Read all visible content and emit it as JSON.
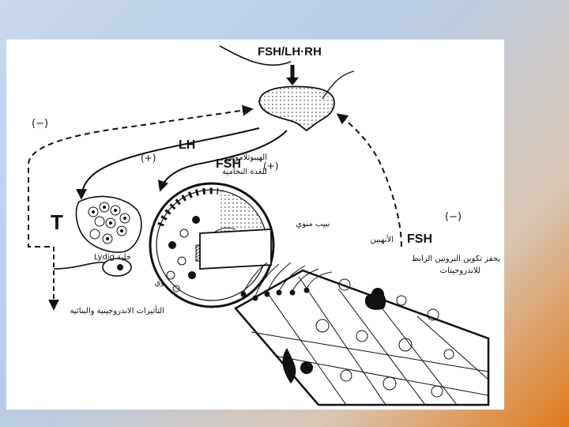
{
  "diagram": {
    "hormone_top": "FSH/LH·RH",
    "lh": "LH",
    "fsh": "FSH",
    "fsh_right": "FSH",
    "t": "T",
    "minus": "(−)",
    "plus": "(+)",
    "sertoli_label": "الهيبوثلاموس",
    "basal_label": "للغدة النخامية",
    "spermatic_tube": "نبيب منوي",
    "inhibin": "الأنهبين",
    "abp_line1": "يحفز تكوين البروتين الرابط",
    "abp_line2": "للاندروجينات",
    "leydig": "Lydig خلية",
    "blood_vessel": "وعاء دموي",
    "effects": "التأثيرات الاندروجينية والبنائية"
  }
}
